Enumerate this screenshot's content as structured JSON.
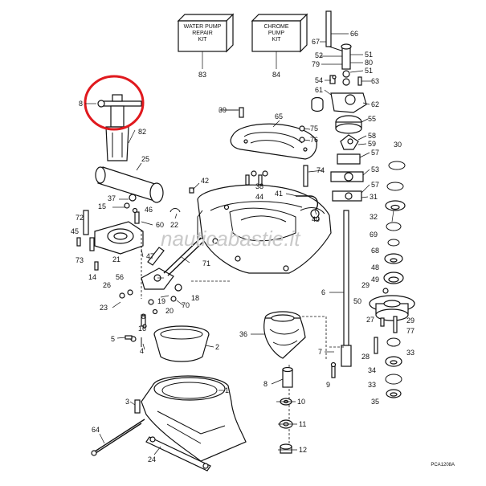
{
  "kits": {
    "water_pump": {
      "line1": "WATER PUMP",
      "line2": "REPAIR",
      "line3": "KIT",
      "number": "83"
    },
    "chrome_pump": {
      "line1": "CHROME",
      "line2": "PUMP",
      "line3": "KIT",
      "number": "84"
    }
  },
  "watermark": "nauticabastie.it",
  "drawing_code": "PCA1208A",
  "highlight_color": "#e0191e",
  "line_color": "#111111",
  "callouts": {
    "p1": "1",
    "p2": "2",
    "p3": "3",
    "p4": "4",
    "p5": "5",
    "p6": "6",
    "p7": "7",
    "p8": "8",
    "p8b": "8",
    "p9": "9",
    "p10": "10",
    "p11": "11",
    "p12": "12",
    "p14": "14",
    "p15": "15",
    "p16": "16",
    "p18": "18",
    "p19": "19",
    "p20": "20",
    "p21": "21",
    "p22": "22",
    "p23": "23",
    "p24": "24",
    "p25": "25",
    "p26": "26",
    "p27": "27",
    "p28": "28",
    "p29": "29",
    "p30": "30",
    "p31": "31",
    "p32": "32",
    "p33": "33",
    "p33b": "33",
    "p34": "34",
    "p35": "35",
    "p36": "36",
    "p37": "37",
    "p38": "38",
    "p39": "39",
    "p40": "40",
    "p41": "41",
    "p42": "42",
    "p44": "44",
    "p45": "45",
    "p46": "46",
    "p47": "47",
    "p48": "48",
    "p49": "49",
    "p50": "50",
    "p51a": "51",
    "p51b": "51",
    "p52": "52",
    "p53": "53",
    "p54": "54",
    "p55": "55",
    "p56": "56",
    "p57a": "57",
    "p57b": "57",
    "p58": "58",
    "p59": "59",
    "p60": "60",
    "p61": "61",
    "p62": "62",
    "p63": "63",
    "p64": "64",
    "p65": "65",
    "p66": "66",
    "p67": "67",
    "p68": "68",
    "p69": "69",
    "p70": "70",
    "p71": "71",
    "p72": "72",
    "p73": "73",
    "p74": "74",
    "p75": "75",
    "p76": "76",
    "p77": "77",
    "p79": "79",
    "p80": "80",
    "p82": "82"
  }
}
